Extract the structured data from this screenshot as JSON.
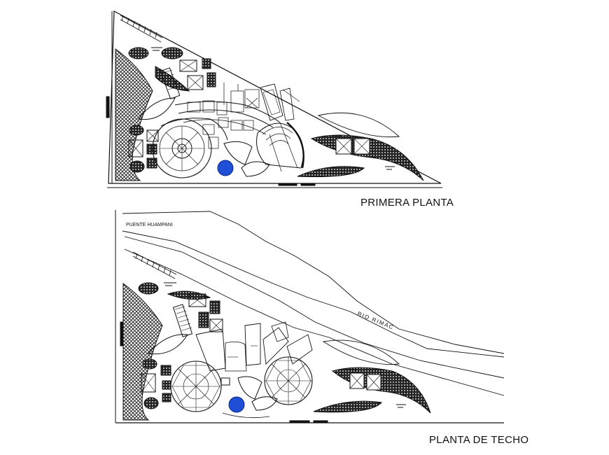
{
  "plans": {
    "first_floor": {
      "title": "PRIMERA PLANTA"
    },
    "roof": {
      "title": "PLANTA DE TECHO",
      "bridge_label": "PUENTE HUAMPANI",
      "river_label": "RIO  RIMAC"
    }
  },
  "colors": {
    "line": "#111111",
    "hatch": "#1a1a1a",
    "marker": "#1f4fd6",
    "paper": "#ffffff"
  }
}
